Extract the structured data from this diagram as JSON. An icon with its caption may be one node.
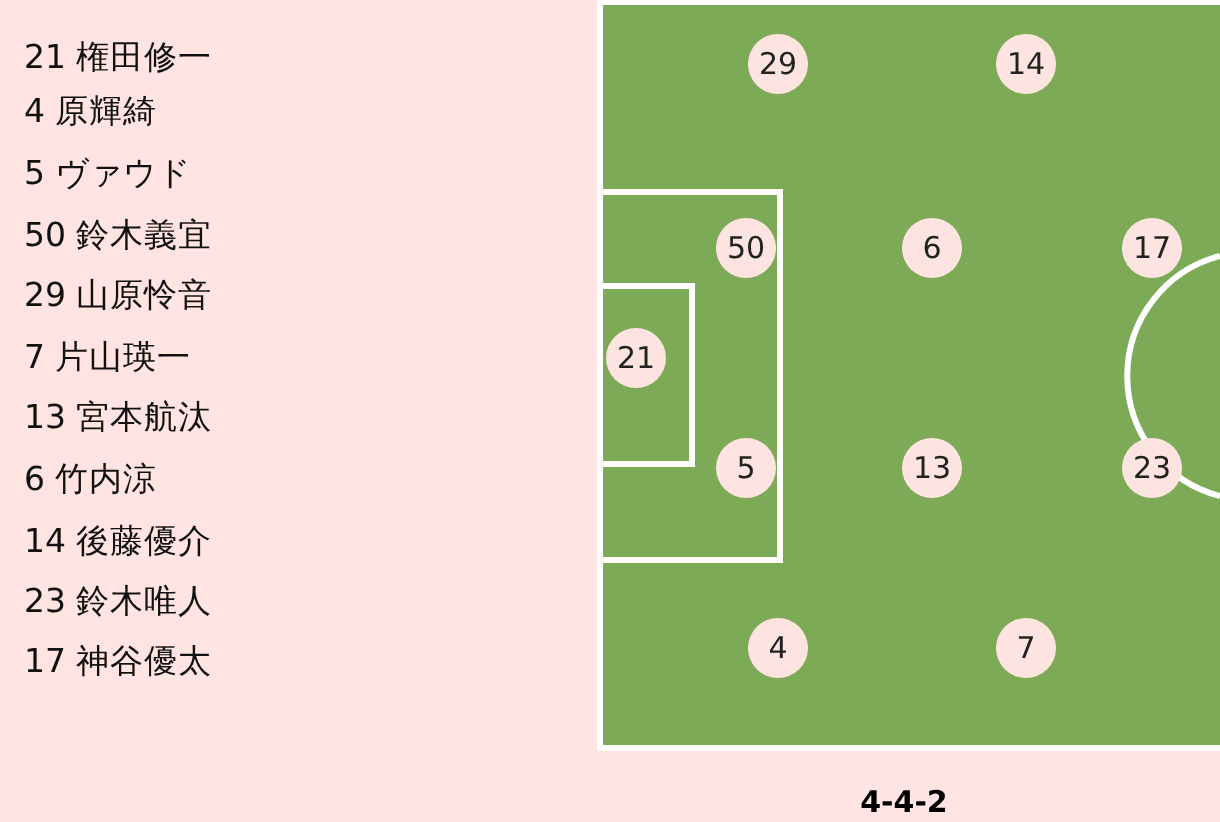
{
  "diagram": {
    "caption": "4-4-2",
    "nodes": [
      {
        "text": [
          "29"
        ]
      },
      {
        "text": [
          "14"
        ]
      },
      {
        "text": [
          "50"
        ]
      },
      {
        "text": [
          "6"
        ]
      },
      {
        "text": [
          "17"
        ]
      },
      {
        "text": [
          "21"
        ]
      },
      {
        "text": [
          "5"
        ]
      },
      {
        "text": [
          "13"
        ]
      },
      {
        "text": [
          "23"
        ]
      },
      {
        "text": [
          "4"
        ]
      },
      {
        "text": [
          "7"
        ]
      }
    ],
    "labels": [
      "21 権田修一",
      "4 原輝綺",
      "5 ヴァウド",
      "50 鈴木義宜",
      "29 山原怜音",
      "7 片山瑛一",
      "13 宮本航汰",
      "6 竹内涼",
      "14 後藤優介",
      "23 鈴木唯人",
      "17 神谷優太"
    ]
  }
}
